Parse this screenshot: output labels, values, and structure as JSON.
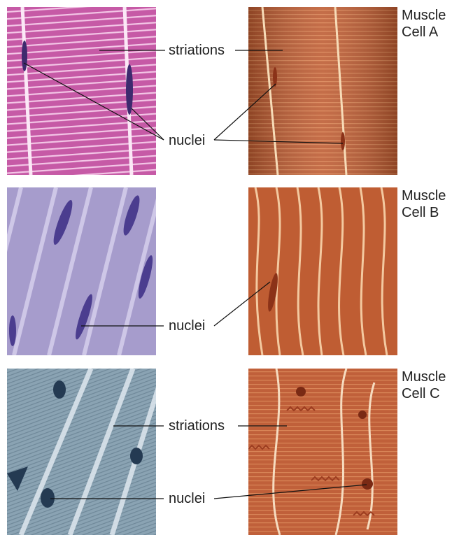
{
  "rows": [
    {
      "cell_label": "Muscle\nCell A",
      "labels": {
        "striations": "striations",
        "nuclei": "nuclei"
      }
    },
    {
      "cell_label": "Muscle\nCell B",
      "labels": {
        "nuclei": "nuclei"
      }
    },
    {
      "cell_label": "Muscle\nCell C",
      "labels": {
        "striations": "striations",
        "nuclei": "nuclei"
      }
    }
  ],
  "colors": {
    "skeletal_stain": "#c85aa6",
    "smooth_stain": "#9f93c4",
    "cardiac_stain": "#7f98a8",
    "model_fiber": "#b8562e",
    "nucleus_dark": "#3d2a6e"
  }
}
